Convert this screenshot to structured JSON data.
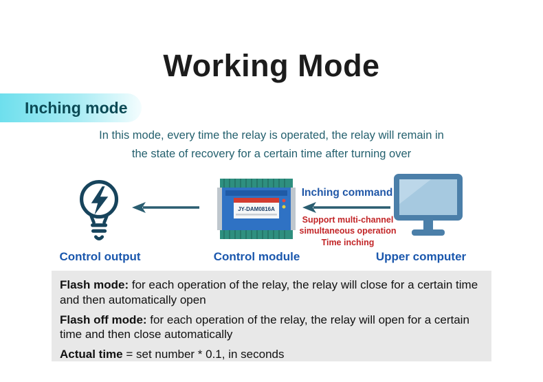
{
  "page": {
    "title": "Working Mode",
    "badge": "Inching mode",
    "description": {
      "line1": "In this mode, every time the relay is operated, the relay will remain in",
      "line2": "the state of recovery for a certain time after turning over"
    }
  },
  "diagram": {
    "module_label": "JY-DAM0816A",
    "inching_command": "Inching command",
    "support_note": {
      "line1": "Support multi-channel",
      "line2": "simultaneous operation",
      "line3": "Time inching"
    },
    "captions": {
      "control_output": "Control output",
      "control_module": "Control module",
      "upper_computer": "Upper computer"
    }
  },
  "info_box": {
    "flash_mode": {
      "label": "Flash mode:",
      "text": "for each operation of the relay, the relay will close for a certain time and then automatically open"
    },
    "flash_off_mode": {
      "label": "Flash off mode:",
      "text": "for each operation of the relay, the relay will open for a certain time and then close automatically"
    },
    "actual_time": {
      "label": "Actual time",
      "text": "= set number * 0.1, in seconds"
    }
  },
  "colors": {
    "arrow_teal": "#2a5d70",
    "badge_text": "#0b4a55",
    "caption_blue": "#1a57ad",
    "command_blue": "#2057a7",
    "note_red": "#c22527",
    "box_bg": "#e8e8e8"
  }
}
